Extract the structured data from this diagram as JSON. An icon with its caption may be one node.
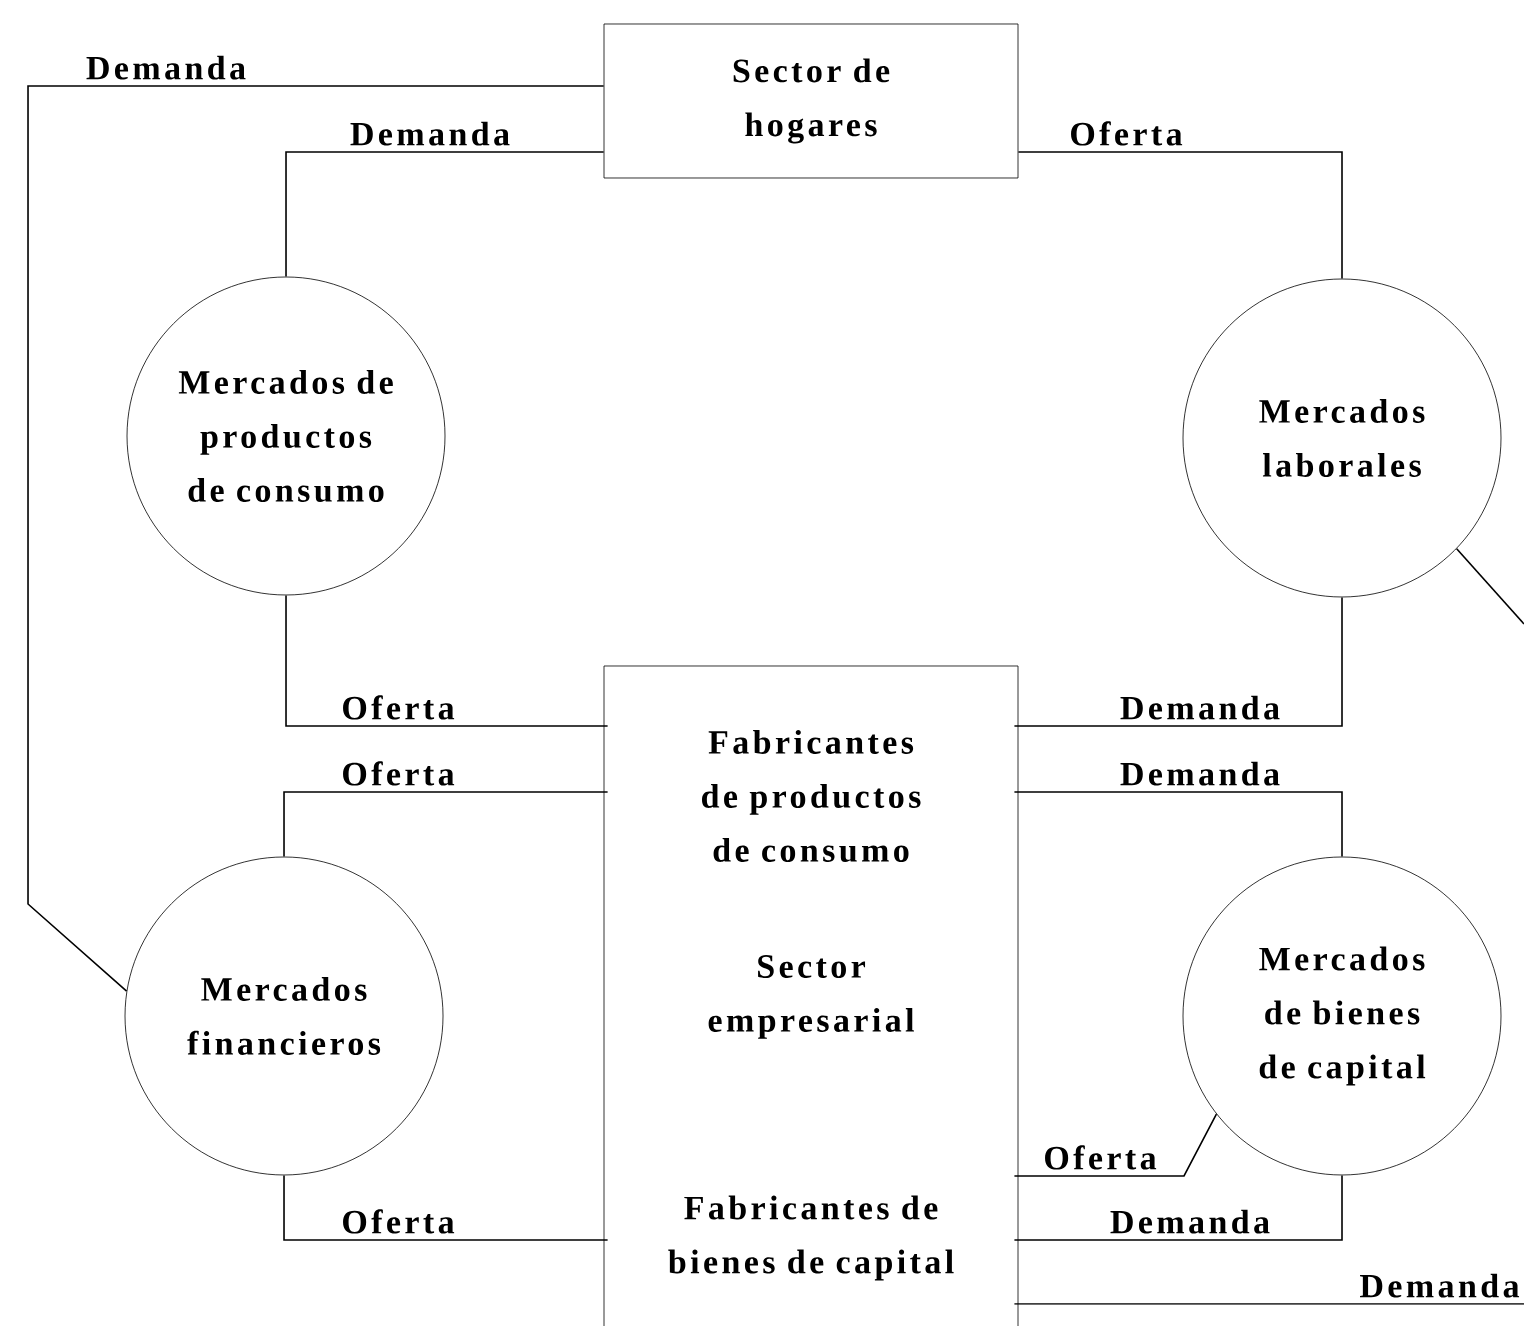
{
  "diagram": {
    "nodes": [
      {
        "text": [
          "Sector de hogares"
        ]
      },
      {
        "text": [
          "Mercados de productos de consumo"
        ]
      },
      {
        "text": [
          "Mercados laborales"
        ]
      },
      {
        "text": [
          "Sector empresarial"
        ]
      },
      {
        "text": [
          "Fabricantes de productos de consumo"
        ],
        "in": 3
      },
      {
        "text": [
          "Fabricantes de bienes de capital"
        ],
        "in": 3
      },
      {
        "text": [
          "Mercados financieros"
        ]
      },
      {
        "text": [
          "Mercados de bienes de capital"
        ]
      }
    ],
    "edges": [
      {
        "from": 0,
        "to": 6,
        "arrow": "none",
        "label": "Demanda"
      },
      {
        "from": 0,
        "to": 1,
        "arrow": "none",
        "label": "Demanda"
      },
      {
        "from": 0,
        "to": 2,
        "arrow": "none",
        "label": "Oferta"
      },
      {
        "from": 1,
        "to": 4,
        "arrow": "none",
        "label": "Oferta"
      },
      {
        "from": 6,
        "to": 4,
        "arrow": "none",
        "label": "Oferta"
      },
      {
        "from": 6,
        "to": 5,
        "arrow": "none",
        "label": "Oferta"
      },
      {
        "from": 2,
        "to": 4,
        "arrow": "none",
        "label": "Demanda"
      },
      {
        "from": 7,
        "to": 4,
        "arrow": "none",
        "label": "Demanda"
      },
      {
        "from": 5,
        "to": 7,
        "arrow": "none",
        "label": "Oferta"
      },
      {
        "from": 7,
        "to": 5,
        "arrow": "none",
        "label": "Demanda"
      },
      {
        "from": 5,
        "to": null,
        "arrow": "none",
        "label": "Demanda"
      },
      {
        "from": 2,
        "to": null,
        "arrow": "none"
      }
    ]
  }
}
